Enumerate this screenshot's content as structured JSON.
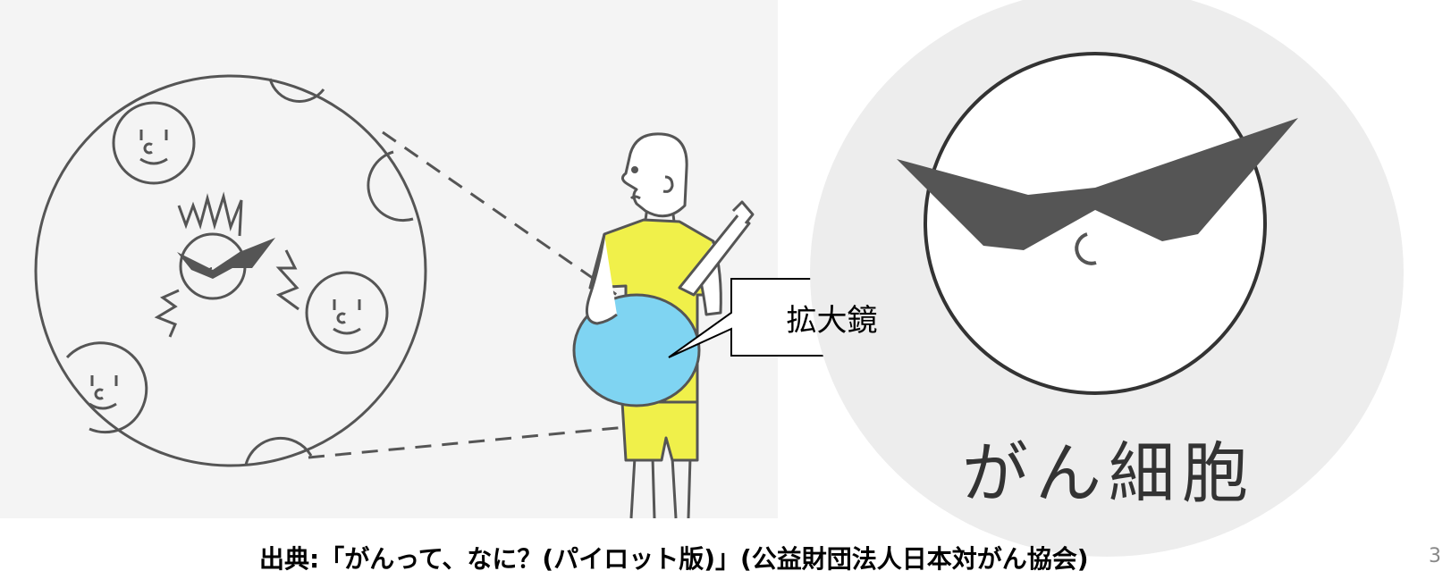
{
  "callout": {
    "label": "拡大鏡"
  },
  "cell_caption": "がん細胞",
  "source_caption": "出典:「がんって、なに？(パイロット版)」(公益財団法人日本対がん協会)",
  "page_number": "3",
  "colors": {
    "shirt": "#f0f04a",
    "belly": "#7fd4f2",
    "line": "#555555",
    "sunglasses": "#555555",
    "left_panel_bg": "#f4f4f4",
    "zoom_bg": "#ededed"
  },
  "icons": {
    "normal_cell": "smiling-cell",
    "cancer_cell": "sunglasses-cell",
    "person": "person-with-magnifier"
  }
}
